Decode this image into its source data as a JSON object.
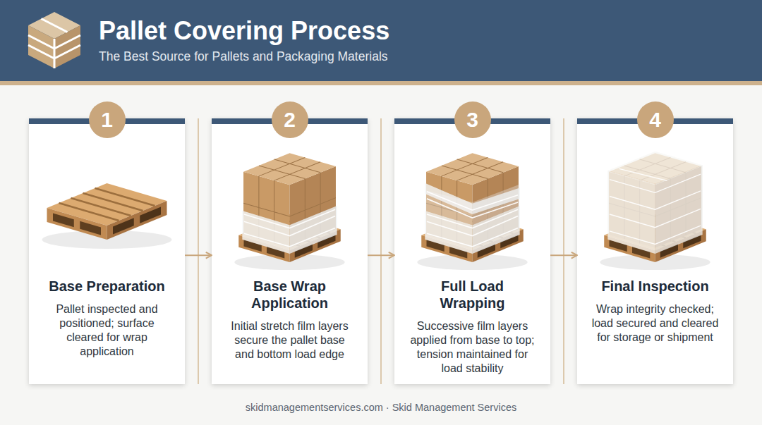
{
  "diagram": {
    "title": "Pallet Covering Process",
    "nodes": [
      {
        "text": [
          "Base Preparation",
          "Pallet inspected and positioned; surface cleared for wrap application"
        ]
      },
      {
        "text": [
          "1"
        ],
        "in": 0
      },
      {
        "text": [
          "Base Wrap Application",
          "Initial stretch film layers secure the pallet base and bottom load edge"
        ]
      },
      {
        "text": [
          "2"
        ],
        "in": 2
      },
      {
        "text": [
          "Full Load Wrapping",
          "Successive film layers applied from base to top; tension maintained for load stability"
        ]
      },
      {
        "text": [
          "3"
        ],
        "in": 4
      },
      {
        "text": [
          "Final Inspection",
          "Wrap integrity checked; load secured and cleared for storage or shipment"
        ]
      },
      {
        "text": [
          "4"
        ],
        "in": 6
      }
    ],
    "edges": [
      {
        "from": 0,
        "to": 2,
        "arrow": "to"
      },
      {
        "from": 2,
        "to": 4,
        "arrow": "to"
      },
      {
        "from": 4,
        "to": 6,
        "arrow": "to"
      }
    ],
    "labels": [
      "The Best Source for Pallets and Packaging Materials",
      "skidmanagementservices.com · Skid Management Services"
    ]
  }
}
